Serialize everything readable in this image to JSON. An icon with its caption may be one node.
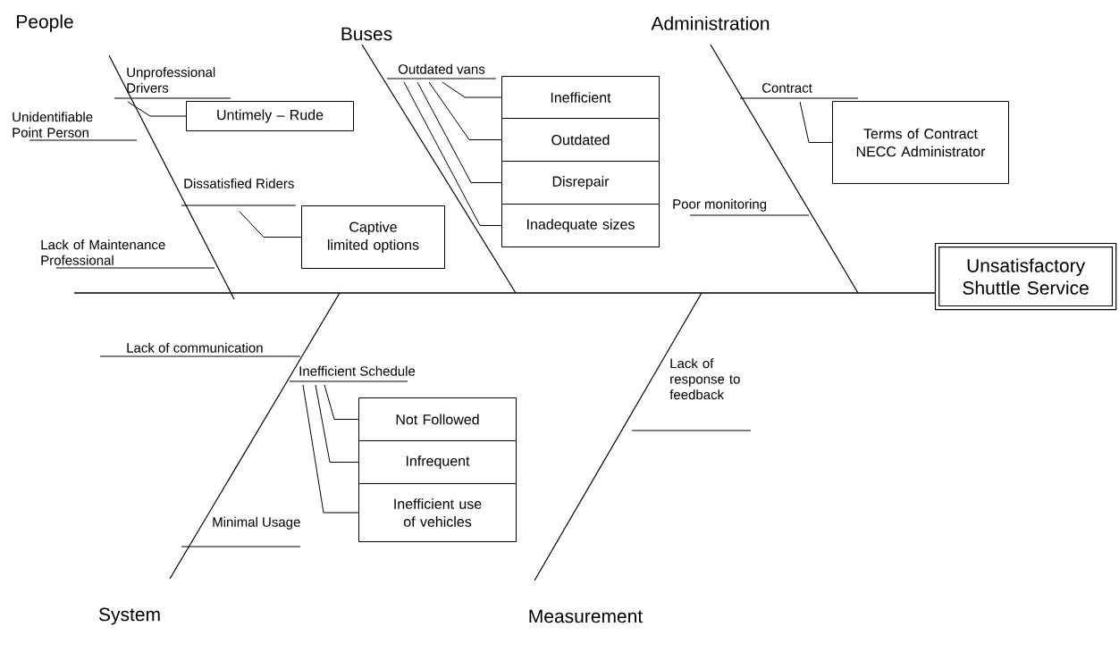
{
  "diagram": {
    "nodes": [
      {
        "text": [
          "Unprofessional Drivers"
        ]
      },
      {
        "text": [
          "Untimely – Rude"
        ]
      },
      {
        "text": [
          "Outdated vans"
        ]
      },
      {
        "text": [
          "Inefficient"
        ]
      },
      {
        "text": [
          "Outdated"
        ]
      },
      {
        "text": [
          "Disrepair"
        ]
      },
      {
        "text": [
          "Inadequate sizes"
        ]
      },
      {
        "text": [
          "Contract"
        ]
      },
      {
        "text": [
          "Terms of Contract NECC Administrator"
        ]
      },
      {
        "text": [
          "Dissatisfied Riders"
        ]
      },
      {
        "text": [
          "Captive limited options"
        ]
      },
      {
        "text": [
          "Unsatisfactory Shuttle Service"
        ]
      },
      {
        "text": [
          "Inefficient Schedule"
        ]
      },
      {
        "text": [
          "Not Followed"
        ]
      },
      {
        "text": [
          "Infrequent"
        ]
      },
      {
        "text": [
          "Inefficient use of vehicles"
        ]
      }
    ],
    "edges": [
      {
        "from": 0,
        "to": 1,
        "arrow": "none"
      },
      {
        "from": 2,
        "to": 3,
        "arrow": "none"
      },
      {
        "from": 2,
        "to": 4,
        "arrow": "none"
      },
      {
        "from": 2,
        "to": 5,
        "arrow": "none"
      },
      {
        "from": 2,
        "to": 6,
        "arrow": "none"
      },
      {
        "from": 7,
        "to": 8,
        "arrow": "none"
      },
      {
        "from": 9,
        "to": 10,
        "arrow": "none"
      },
      {
        "from": 12,
        "to": 13,
        "arrow": "none"
      },
      {
        "from": 12,
        "to": 14,
        "arrow": "none"
      },
      {
        "from": 12,
        "to": 15,
        "arrow": "none"
      }
    ],
    "labels": [
      "People",
      "Buses",
      "Administration",
      "Unidentifiable Point Person",
      "Poor monitoring",
      "Lack of Maintenance Professional",
      "Lack of communication",
      "Lack of response to feedback",
      "Minimal Usage",
      "System",
      "Measurement"
    ]
  }
}
